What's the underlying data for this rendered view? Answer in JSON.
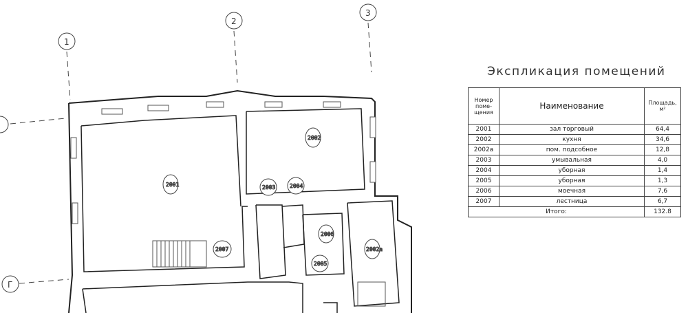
{
  "axes": [
    "1",
    "2",
    "3",
    "Г"
  ],
  "rooms": [
    "2001",
    "2002",
    "2002a",
    "2003",
    "2004",
    "2005",
    "2006",
    "2007"
  ],
  "explication": {
    "title": "Экспликация помещений",
    "headers": {
      "number": "Номер поме-щения",
      "name": "Наименование",
      "area": "Площадь, м²"
    },
    "rows": [
      {
        "number": "2001",
        "name": "зал торговый",
        "area": "64,4"
      },
      {
        "number": "2002",
        "name": "кухня",
        "area": "34,6"
      },
      {
        "number": "2002а",
        "name": "пом. подсобное",
        "area": "12,8"
      },
      {
        "number": "2003",
        "name": "умывальная",
        "area": "4,0"
      },
      {
        "number": "2004",
        "name": "уборная",
        "area": "1,4"
      },
      {
        "number": "2005",
        "name": "уборная",
        "area": "1,3"
      },
      {
        "number": "2006",
        "name": "моечная",
        "area": "7,6"
      },
      {
        "number": "2007",
        "name": "лестница",
        "area": "6,7"
      }
    ],
    "total_label": "Итого:",
    "total": "132.8"
  }
}
